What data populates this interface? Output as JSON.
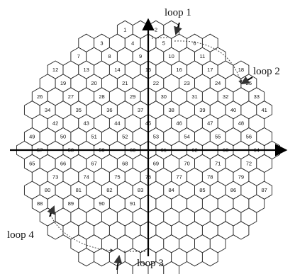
{
  "loops": [
    {
      "id": "loop1",
      "label": "loop 1"
    },
    {
      "id": "loop2",
      "label": "loop 2"
    },
    {
      "id": "loop3",
      "label": "loop 3"
    },
    {
      "id": "loop4",
      "label": "loop 4"
    }
  ],
  "hex_labels": [
    "1",
    "2",
    "3",
    "4",
    "5",
    "6",
    "7",
    "8",
    "9",
    "10",
    "11",
    "12",
    "13",
    "14",
    "15",
    "16",
    "17",
    "18",
    "19",
    "20",
    "21",
    "22",
    "23",
    "24",
    "25",
    "26",
    "27",
    "28",
    "29",
    "30",
    "31",
    "32",
    "33",
    "34",
    "35",
    "36",
    "37",
    "38",
    "39",
    "40",
    "41",
    "42",
    "43",
    "44",
    "45",
    "46",
    "47",
    "48",
    "49",
    "50",
    "51",
    "52",
    "53",
    "54",
    "55",
    "56",
    "57",
    "58",
    "59",
    "60",
    "61",
    "62",
    "63",
    "64",
    "65",
    "66",
    "67",
    "68",
    "69",
    "70",
    "71",
    "72",
    "73",
    "74",
    "75",
    "76",
    "77",
    "78",
    "79",
    "80",
    "81",
    "82",
    "83",
    "84",
    "85",
    "86",
    "87",
    "88",
    "89",
    "90",
    "91"
  ]
}
